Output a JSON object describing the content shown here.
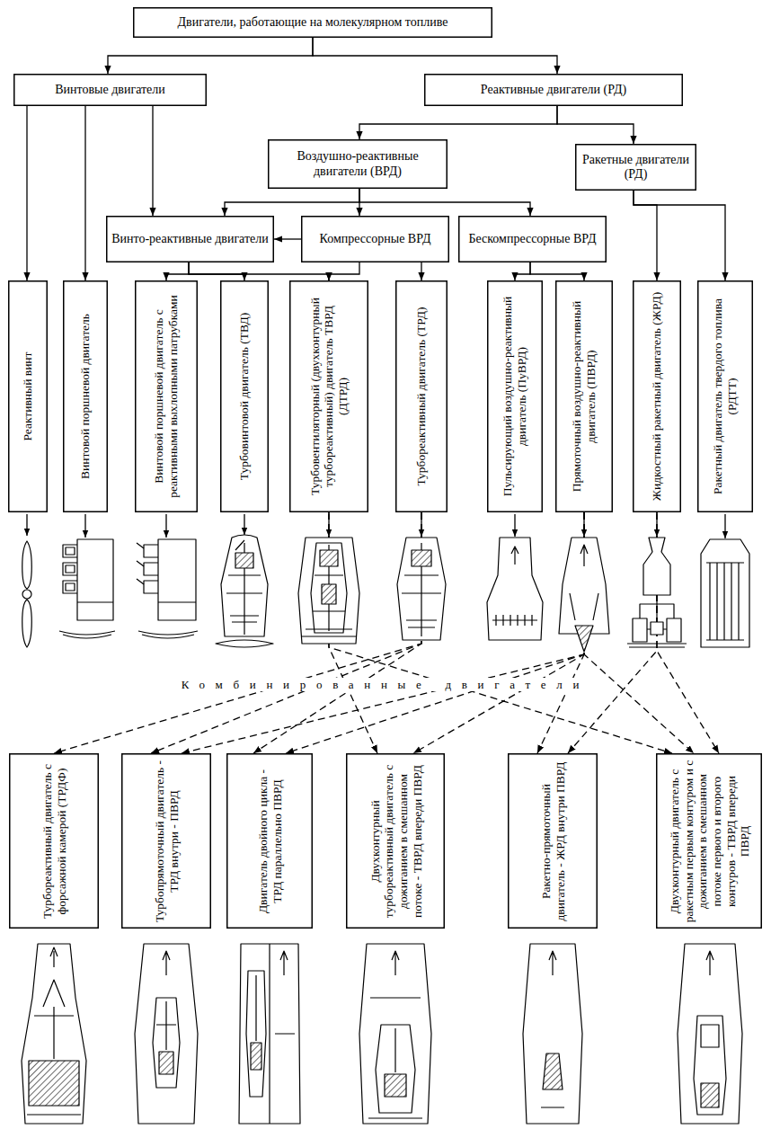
{
  "diagram": {
    "nodes": [
      {
        "text": [
          "Двигатели, работающие на молекулярном топливе"
        ]
      },
      {
        "text": [
          "Винтовые двигатели"
        ]
      },
      {
        "text": [
          "Реактивные двигатели (РД)"
        ]
      },
      {
        "text": [
          "Воздушно-реактивные двигатели (ВРД)"
        ]
      },
      {
        "text": [
          "Ракетные двигатели (РД)"
        ]
      },
      {
        "text": [
          "Винто-реактивные двигатели"
        ]
      },
      {
        "text": [
          "Компрессорные ВРД"
        ]
      },
      {
        "text": [
          "Бескомпрессорные ВРД"
        ]
      },
      {
        "text": [
          "Реактивный винт"
        ]
      },
      {
        "text": [
          "Винтовой поршневой двигатель"
        ]
      },
      {
        "text": [
          "Винтовой поршневой двигатель с реактивными выхлопными патрубками"
        ]
      },
      {
        "text": [
          "Турбовинтовой двигатель (ТВД)"
        ]
      },
      {
        "text": [
          "Турбовентиляторный (двухконтурный турбореактивный) двигатель ТВРД (ДТРД)"
        ]
      },
      {
        "text": [
          "Турбореактивный двигатель (ТРД)"
        ]
      },
      {
        "text": [
          "Пульсирующий воздушно-реактивный двигатель (ПуВРД)"
        ]
      },
      {
        "text": [
          "Прямоточный воздушно-реактивный двигатель (ПВРД)"
        ]
      },
      {
        "text": [
          "Жидкостный ракетный двигатель (ЖРД)"
        ]
      },
      {
        "text": [
          "Ракетный двигатель твердого топлива (РДТТ)"
        ]
      },
      {
        "text": [
          "Турбореактивный двигатель с форсажной камерой (ТРДФ)"
        ]
      },
      {
        "text": [
          "Турбопрямоточный двигатель - ТРД внутри - ПВРД"
        ]
      },
      {
        "text": [
          "Двигатель двойного цикла - ТРД параллельно ПВРД"
        ]
      },
      {
        "text": [
          "Двухконтурный турбореактивный двигатель с дожиганием в смешанном потоке - ТВРД впереди ПВРД"
        ]
      },
      {
        "text": [
          "Ракетно-прямоточный двигатель - ЖРД внутри ПВРД"
        ]
      },
      {
        "text": [
          "Двухконтурный двигатель с ракетным первым контуром и с дожиганием в смешанном потоке первого и второго контуров - ТВРД впереди ПВРД"
        ]
      }
    ],
    "edges": [
      {
        "from": 0,
        "to": 1,
        "arrow": "to"
      },
      {
        "from": 0,
        "to": 2,
        "arrow": "to"
      },
      {
        "from": 2,
        "to": 3,
        "arrow": "to"
      },
      {
        "from": 2,
        "to": 4,
        "arrow": "to"
      },
      {
        "from": 3,
        "to": 5,
        "arrow": "to"
      },
      {
        "from": 3,
        "to": 6,
        "arrow": "to"
      },
      {
        "from": 3,
        "to": 7,
        "arrow": "to"
      },
      {
        "from": 6,
        "to": 5,
        "arrow": "to"
      },
      {
        "from": 1,
        "to": 8,
        "arrow": "to"
      },
      {
        "from": 1,
        "to": 9,
        "arrow": "to"
      },
      {
        "from": 1,
        "to": 5,
        "arrow": "to"
      },
      {
        "from": 5,
        "to": 10,
        "arrow": "to"
      },
      {
        "from": 5,
        "to": 11,
        "arrow": "to"
      },
      {
        "from": 5,
        "to": 12,
        "arrow": "to"
      },
      {
        "from": 6,
        "to": 12,
        "arrow": "to"
      },
      {
        "from": 6,
        "to": 13,
        "arrow": "to"
      },
      {
        "from": 7,
        "to": 14,
        "arrow": "to"
      },
      {
        "from": 7,
        "to": 15,
        "arrow": "to"
      },
      {
        "from": 4,
        "to": 16,
        "arrow": "to"
      },
      {
        "from": 4,
        "to": 17,
        "arrow": "to"
      },
      {
        "from": 12,
        "to": 21,
        "arrow": "to"
      },
      {
        "from": 12,
        "to": 23,
        "arrow": "to"
      },
      {
        "from": 13,
        "to": 18,
        "arrow": "to"
      },
      {
        "from": 13,
        "to": 19,
        "arrow": "to"
      },
      {
        "from": 13,
        "to": 20,
        "arrow": "to"
      },
      {
        "from": 15,
        "to": 19,
        "arrow": "to"
      },
      {
        "from": 15,
        "to": 20,
        "arrow": "to"
      },
      {
        "from": 15,
        "to": 21,
        "arrow": "to"
      },
      {
        "from": 15,
        "to": 22,
        "arrow": "to"
      },
      {
        "from": 15,
        "to": 23,
        "arrow": "to"
      },
      {
        "from": 16,
        "to": 22,
        "arrow": "to"
      },
      {
        "from": 16,
        "to": 23,
        "arrow": "to"
      }
    ],
    "labels": [
      "Комбинированные двигатели"
    ]
  }
}
